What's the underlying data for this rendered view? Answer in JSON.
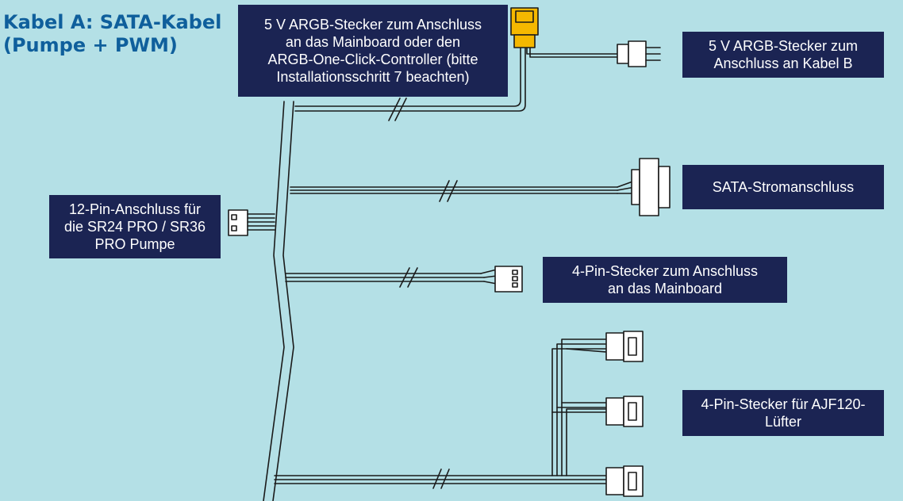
{
  "title": {
    "line1": "Kabel A: SATA-Kabel",
    "line2": "(Pumpe + PWM)"
  },
  "labels": {
    "argb_mainboard": [
      "5 V ARGB-Stecker zum Anschluss",
      "an das Mainboard oder den",
      "ARGB-One-Click-Controller (bitte",
      "Installationsschritt 7 beachten)"
    ],
    "argb_cable_b": [
      "5 V ARGB-Stecker zum",
      "Anschluss an Kabel B"
    ],
    "sata_power": [
      "SATA-Stromanschluss"
    ],
    "pump_connector": [
      "12-Pin-Anschluss für",
      "die SR24 PRO / SR36",
      "PRO Pumpe"
    ],
    "pwm_mainboard": [
      "4-Pin-Stecker zum Anschluss",
      "an das Mainboard"
    ],
    "fan_connectors": [
      "4-Pin-Stecker für AJF120-",
      "Lüfter"
    ]
  },
  "colors": {
    "background": "#b4e0e6",
    "title": "#0f5f9c",
    "label_bg": "#1b2453",
    "label_text": "#ffffff",
    "argb_plug": "#f5b800",
    "wire": "#1a1a1a"
  },
  "icons": {
    "argb_plug": "yellow-argb-plug-icon",
    "argb_male": "argb-male-plug-icon",
    "sata": "sata-power-plug-icon",
    "pump": "12-pin-plug-icon",
    "pwm": "4-pin-plug-icon",
    "fan": "fan-plug-icon"
  }
}
